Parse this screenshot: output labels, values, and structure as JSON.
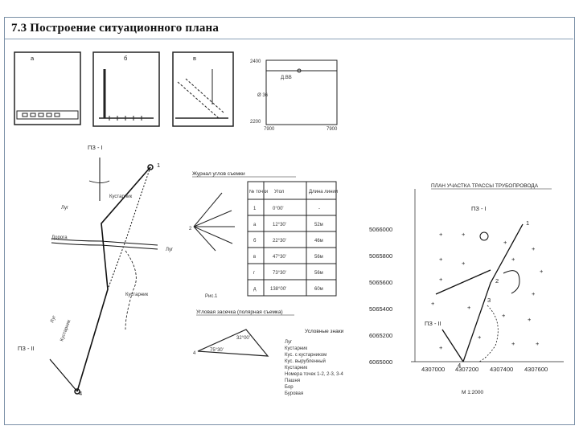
{
  "heading": "7.3   Построение ситуационного  плана",
  "panels": {
    "a": "а",
    "b": "б",
    "v": "в"
  },
  "small_plot": {
    "top_left": "2400",
    "bottom_left": "2200",
    "bottom_a": "7900",
    "bottom_b": "7900",
    "mid_label": "Д.ВВ",
    "side_label": "Ø 36"
  },
  "traverse": {
    "pz_top": "ПЗ - I",
    "pz_bottom": "ПЗ - II",
    "node_1": "1",
    "node_4": "4",
    "labels": [
      "Луг",
      "Кустарник",
      "Дорога",
      "Луг",
      "Кустарник",
      "Луг",
      "Кустарник"
    ],
    "road_label": "Дорога"
  },
  "table_panel": {
    "title": "Журнал углов съемки",
    "headers": [
      "№ точки",
      "Угол",
      "Длина линии"
    ],
    "rows": [
      [
        "1",
        "0°00'",
        "-"
      ],
      [
        "а",
        "12°30'",
        "52м"
      ],
      [
        "б",
        "22°30'",
        "46м"
      ],
      [
        "в",
        "47°30'",
        "56м"
      ],
      [
        "г",
        "73°30'",
        "56м"
      ],
      [
        "д",
        "138°00'",
        "60м"
      ]
    ],
    "fig_label": "Рис.1",
    "lower_title": "Угловая засечка (полярная съемка)",
    "angles": [
      "75°30'",
      "32°00'"
    ],
    "legend_title": "Условные знаки",
    "legend_items": [
      "Луг",
      "Кустарник",
      "Кус. с кустарником",
      "Кус. вырубленный",
      "Кустарник",
      "Номера точек  1-2, 2-3, 3-4",
      "Пашня",
      "Бор",
      "Буровая"
    ]
  },
  "y_axis": [
    "5066000",
    "5065800",
    "5065600",
    "5065400",
    "6065200",
    "6065000"
  ],
  "plan": {
    "title": "ПЛАН УЧАСТКА ТРАССЫ ТРУБОПРОВОДА",
    "pz1": "ПЗ - I",
    "pz2": "ПЗ - II",
    "x_axis": [
      "4307000",
      "4307200",
      "4307400",
      "4307600"
    ],
    "scale": "М 1:2000",
    "points": [
      "1",
      "2",
      "3",
      "4"
    ]
  }
}
